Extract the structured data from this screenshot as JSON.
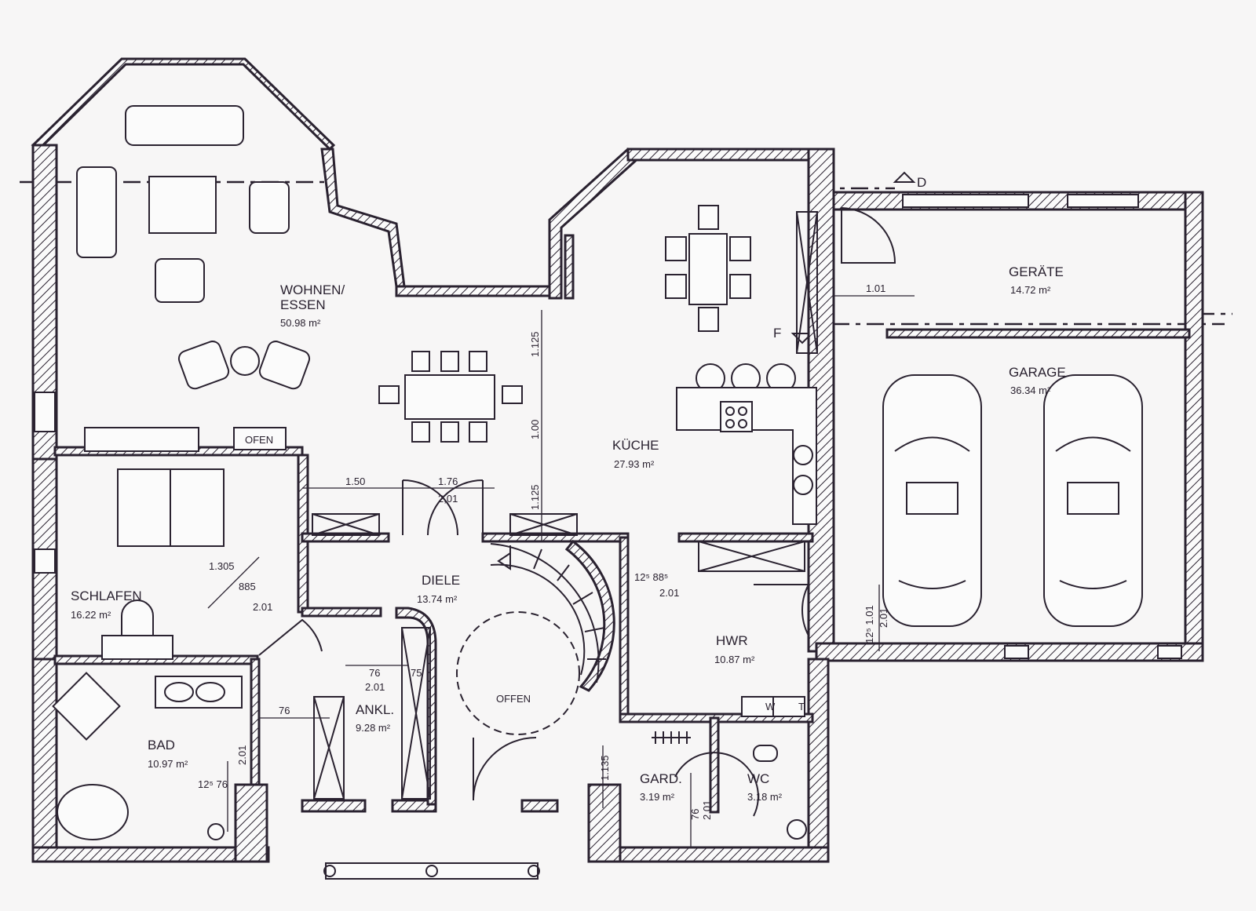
{
  "plan": {
    "line_color": "#2a2230",
    "paper_color": "#f7f6f6",
    "rooms": [
      {
        "name": "WOHNEN/",
        "name2": "ESSEN",
        "area": "50.98 m²"
      },
      {
        "name": "KÜCHE",
        "area": "27.93 m²"
      },
      {
        "name": "GERÄTE",
        "area": "14.72 m²"
      },
      {
        "name": "GARAGE",
        "area": "36.34 m²"
      },
      {
        "name": "SCHLAFEN",
        "area": "16.22 m²"
      },
      {
        "name": "DIELE",
        "area": "13.74 m²"
      },
      {
        "name": "HWR",
        "area": "10.87 m²"
      },
      {
        "name": "BAD",
        "area": "10.97 m²"
      },
      {
        "name": "ANKL.",
        "area": "9.28 m²"
      },
      {
        "name": "GARD.",
        "area": "3.19 m²"
      },
      {
        "name": "WC",
        "area": "3.18 m²"
      }
    ],
    "labels": {
      "ofen": "OFEN",
      "offen": "OFFEN",
      "washer": "W",
      "dryer": "T",
      "section_d": "D",
      "section_f": "F"
    },
    "dimensions": [
      "1.50",
      "1.76",
      "2,01",
      "1.125",
      "1.00",
      "1.125",
      "1.01",
      "1.305",
      "885",
      "2.01",
      "76",
      "2.01",
      "75",
      "76",
      "12⁵ 88⁵",
      "2.01",
      "12⁵ 1.01",
      "2.01",
      "1.135",
      "76",
      "2.01",
      "12⁵ 76",
      "2.01"
    ]
  }
}
